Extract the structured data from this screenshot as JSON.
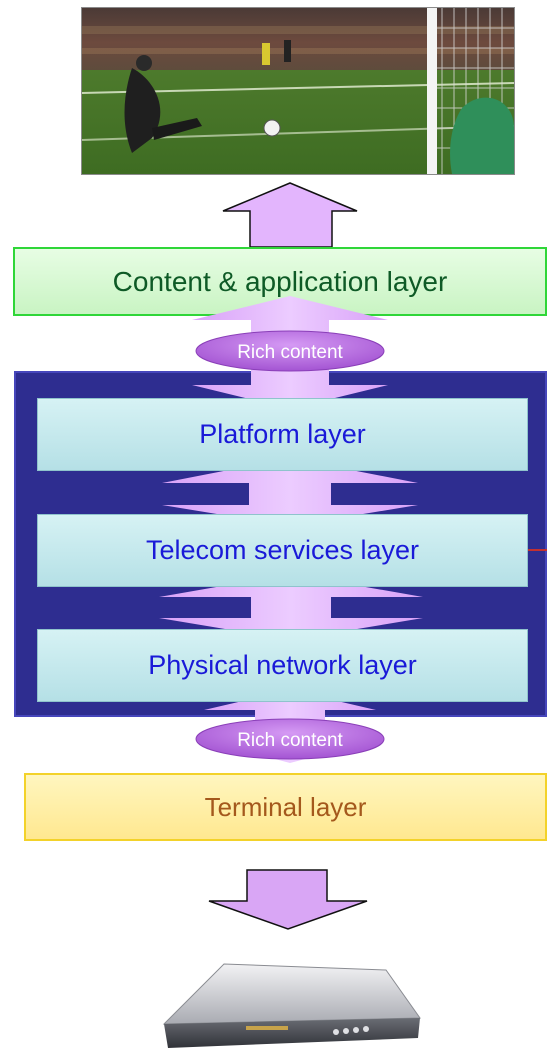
{
  "layers": {
    "content": "Content & application layer",
    "platform": "Platform layer",
    "telecom": "Telecom services layer",
    "physical": "Physical network layer",
    "terminal": "Terminal layer"
  },
  "badges": {
    "top": "Rich content",
    "bottom": "Rich content"
  },
  "colors": {
    "arrow_fill": "#e3b5fd",
    "badge_fill": "#b86ce0",
    "platform_frame": "#2e2d90"
  }
}
